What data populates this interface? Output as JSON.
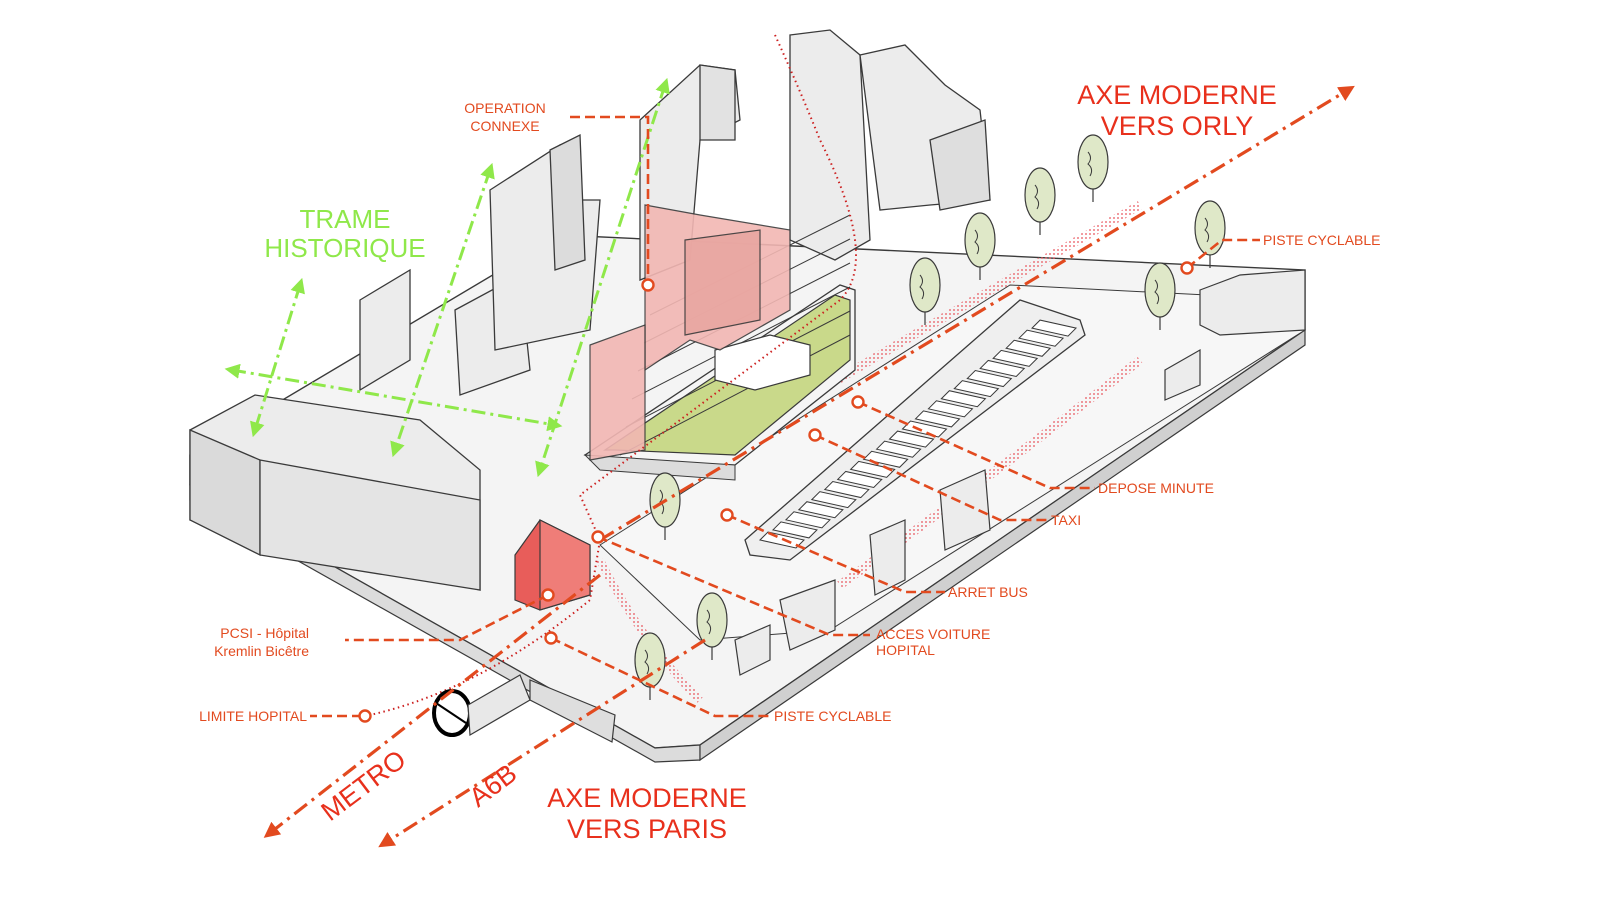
{
  "colors": {
    "accent": "#e24a1f",
    "title_red": "#e8301c",
    "green": "#8fe84a",
    "building_fill": "#ececec",
    "building_stroke": "#3a3a3a",
    "pink": "#f2b7b3",
    "pink_dark": "#e85d5a",
    "roof_green": "#c9d98a",
    "tree_fill": "#dfe8c8"
  },
  "labels": {
    "operation_connexe_1": "OPERATION",
    "operation_connexe_2": "CONNEXE",
    "trame_1": "TRAME",
    "trame_2": "HISTORIQUE",
    "axe_orly_1": "AXE MODERNE",
    "axe_orly_2": "VERS ORLY",
    "axe_paris_1": "AXE MODERNE",
    "axe_paris_2": "VERS PARIS",
    "piste_cyclable_top": "PISTE CYCLABLE",
    "depose_minute": "DEPOSE MINUTE",
    "taxi": "TAXI",
    "arret_bus": "ARRET BUS",
    "acces_voiture_1": "ACCES VOITURE",
    "acces_voiture_2": "HOPITAL",
    "piste_cyclable_bottom": "PISTE CYCLABLE",
    "pcsi_1": "PCSI - Hôpital",
    "pcsi_2": "Kremlin Bicêtre",
    "limite_hopital": "LIMITE HOPITAL",
    "metro": "METRO",
    "a6b": "A6B"
  }
}
